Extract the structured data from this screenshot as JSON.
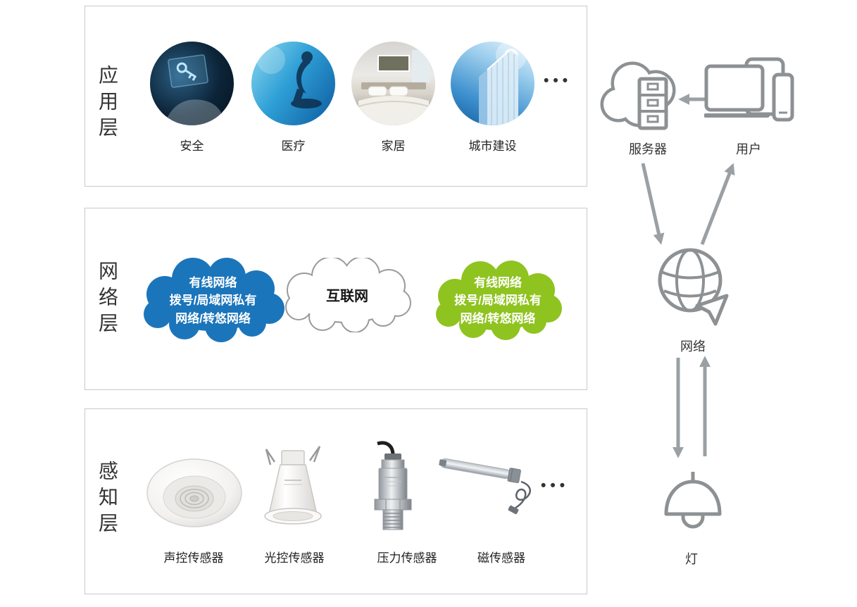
{
  "layers": {
    "application": {
      "label": "应用层",
      "items": [
        {
          "label": "安全"
        },
        {
          "label": "医疗"
        },
        {
          "label": "家居"
        },
        {
          "label": "城市建设"
        }
      ],
      "ellipsis": "•••"
    },
    "network": {
      "label": "网络层",
      "left_cloud": {
        "lines": [
          "有线网络",
          "拨号/局域网私有",
          "网络/转悠网络"
        ]
      },
      "center_cloud": {
        "label": "互联网"
      },
      "right_cloud": {
        "lines": [
          "有线网络",
          "拨号/局域网私有",
          "网络/转悠网络"
        ]
      }
    },
    "perception": {
      "label": "感知层",
      "items": [
        {
          "label": "声控传感器"
        },
        {
          "label": "光控传感器"
        },
        {
          "label": "压力传感器"
        },
        {
          "label": "磁传感器"
        }
      ],
      "ellipsis": "•••"
    }
  },
  "flow": {
    "server": "服务器",
    "user": "用户",
    "network": "网络",
    "lamp": "灯"
  },
  "colors": {
    "wired_network_blue": "#1b75bb",
    "wired_network_green": "#8fc31f",
    "icon_gray": "#8d9194",
    "arrow_gray": "#9aa0a3",
    "box_border": "#c9c9c9"
  }
}
